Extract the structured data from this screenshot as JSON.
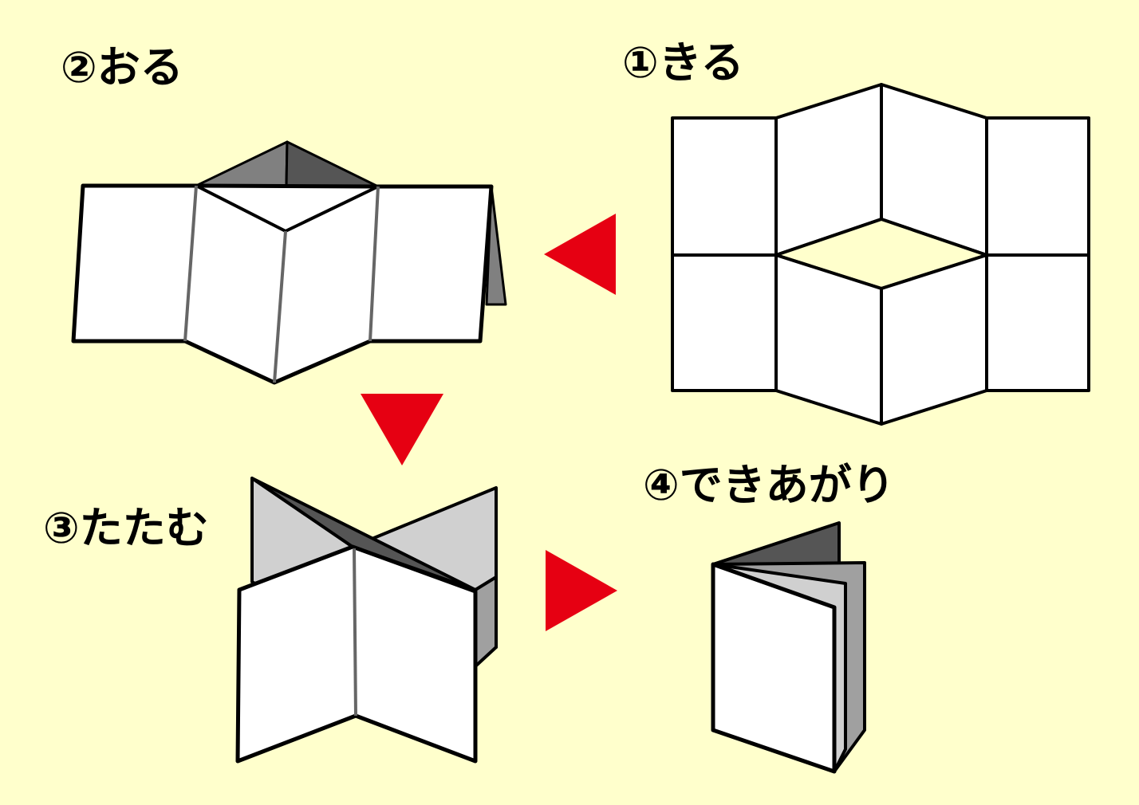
{
  "steps": [
    {
      "number": "①",
      "text": "きる"
    },
    {
      "number": "②",
      "text": "おる"
    },
    {
      "number": "③",
      "text": "たたむ"
    },
    {
      "number": "④",
      "text": "できあがり"
    }
  ],
  "colors": {
    "background": "#FFFFCC",
    "arrow": "#E60012",
    "paper": "#FFFFFF",
    "outline": "#000000",
    "fold-line": "#666666",
    "shade-dark": "#555555",
    "shade-mid": "#808080",
    "shade-light": "#D0D0D0"
  }
}
